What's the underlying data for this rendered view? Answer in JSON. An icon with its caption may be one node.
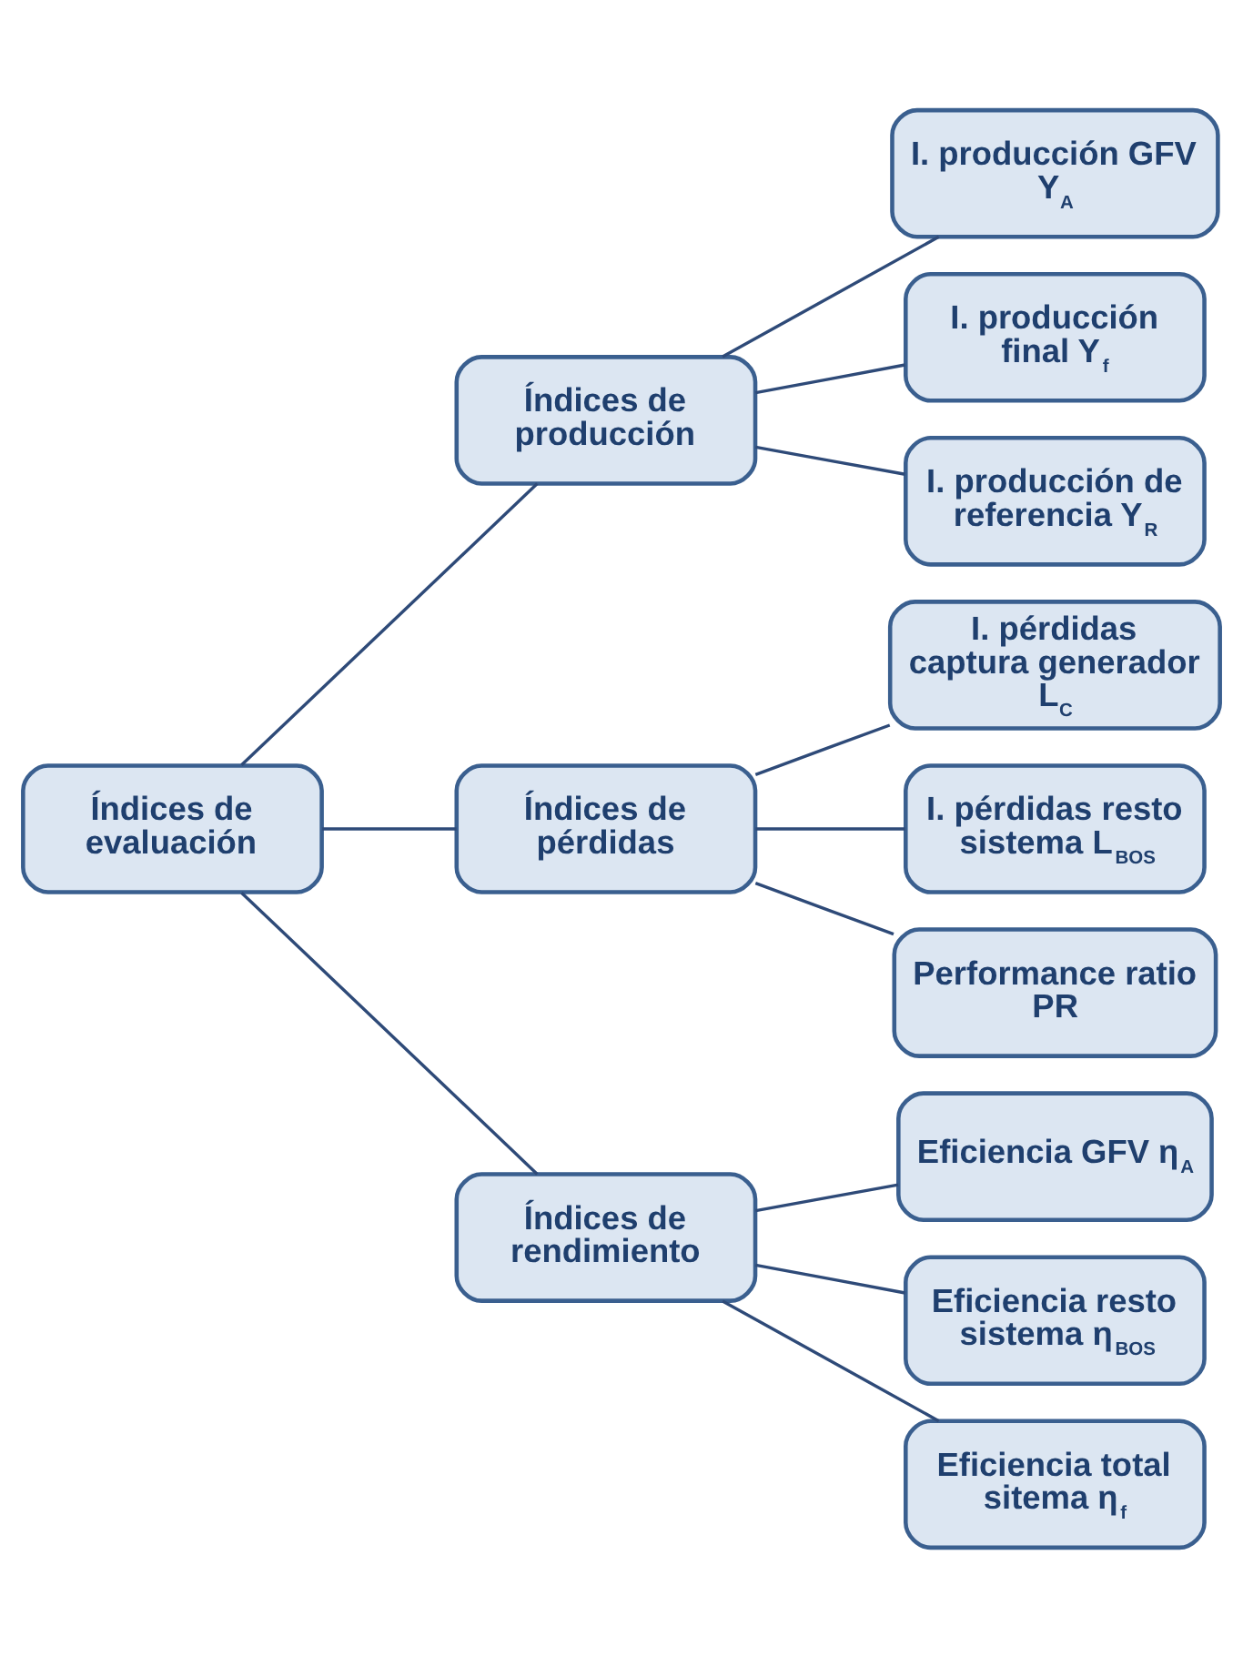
{
  "diagram": {
    "nodes": [
      {
        "text": [
          "Índices de evaluación"
        ]
      },
      {
        "text": [
          "Índices de producción"
        ]
      },
      {
        "text": [
          "I. producción GFV Y$_{A}$"
        ]
      },
      {
        "text": [
          "I. producción final Y$_{f}$"
        ]
      },
      {
        "text": [
          "I. producción de referencia Y$_{R}$"
        ]
      },
      {
        "text": [
          "Índices de pérdidas"
        ]
      },
      {
        "text": [
          "I. pérdidas captura generador L$_{C}$"
        ]
      },
      {
        "text": [
          "I. pérdidas resto sistema L$_{BOS}$"
        ]
      },
      {
        "text": [
          "Performance ratio PR"
        ]
      },
      {
        "text": [
          "Índices de rendimiento"
        ]
      },
      {
        "text": [
          "Eficiencia GFV η$_{A}$"
        ]
      },
      {
        "text": [
          "Eficiencia resto sistema η$_{BOS}$"
        ]
      },
      {
        "text": [
          "Eficiencia total sitema η$_{f}$"
        ]
      }
    ],
    "edges": [
      {
        "from": 0,
        "to": 1,
        "arrow": "none"
      },
      {
        "from": 0,
        "to": 5,
        "arrow": "none"
      },
      {
        "from": 0,
        "to": 9,
        "arrow": "none"
      },
      {
        "from": 1,
        "to": 2,
        "arrow": "none"
      },
      {
        "from": 1,
        "to": 3,
        "arrow": "none"
      },
      {
        "from": 1,
        "to": 4,
        "arrow": "none"
      },
      {
        "from": 5,
        "to": 6,
        "arrow": "none"
      },
      {
        "from": 5,
        "to": 7,
        "arrow": "none"
      },
      {
        "from": 5,
        "to": 8,
        "arrow": "none"
      },
      {
        "from": 9,
        "to": 10,
        "arrow": "none"
      },
      {
        "from": 9,
        "to": 11,
        "arrow": "none"
      },
      {
        "from": 9,
        "to": 12,
        "arrow": "none"
      }
    ]
  }
}
